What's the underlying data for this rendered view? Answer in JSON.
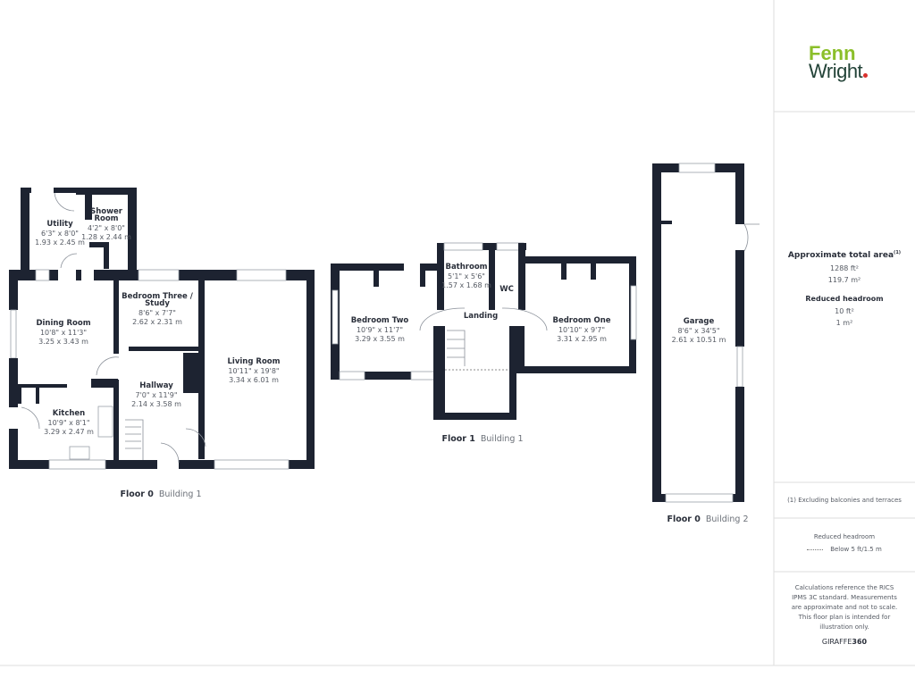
{
  "brand": {
    "logo_line1": "Fenn",
    "logo_line2": "Wright",
    "accent": "#8bbf2a",
    "dark": "#234338"
  },
  "wall_color": "#1d2331",
  "floors": [
    {
      "floor": "Floor 0",
      "building": "Building 1",
      "rooms": [
        {
          "name": "Utility",
          "imperial": "6'3\" x 8'0\"",
          "metric": "1.93 x 2.45 m"
        },
        {
          "name": "Shower",
          "name2": "Room",
          "imperial": "4'2\" x 8'0\"",
          "metric": "1.28 x 2.44 m"
        },
        {
          "name": "Dining Room",
          "imperial": "10'8\" x 11'3\"",
          "metric": "3.25 x 3.43 m"
        },
        {
          "name": "Bedroom Three /",
          "name2": "Study",
          "imperial": "8'6\" x 7'7\"",
          "metric": "2.62 x 2.31 m"
        },
        {
          "name": "Living Room",
          "imperial": "10'11\" x 19'8\"",
          "metric": "3.34 x 6.01 m"
        },
        {
          "name": "Hallway",
          "imperial": "7'0\" x 11'9\"",
          "metric": "2.14 x 3.58 m"
        },
        {
          "name": "Kitchen",
          "imperial": "10'9\" x 8'1\"",
          "metric": "3.29 x 2.47 m"
        }
      ]
    },
    {
      "floor": "Floor 1",
      "building": "Building 1",
      "rooms": [
        {
          "name": "Bedroom Two",
          "imperial": "10'9\" x 11'7\"",
          "metric": "3.29 x 3.55 m"
        },
        {
          "name": "Bathroom",
          "imperial": "5'1\" x 5'6\"",
          "metric": "1.57 x 1.68 m"
        },
        {
          "name": "WC"
        },
        {
          "name": "Landing"
        },
        {
          "name": "Bedroom One",
          "imperial": "10'10\" x 9'7\"",
          "metric": "3.31 x 2.95 m"
        }
      ]
    },
    {
      "floor": "Floor 0",
      "building": "Building 2",
      "rooms": [
        {
          "name": "Garage",
          "imperial": "8'6\" x 34'5\"",
          "metric": "2.61 x 10.51 m"
        }
      ]
    }
  ],
  "sidebar": {
    "total_area_title": "Approximate total area",
    "total_area_note_mark": "(1)",
    "total_ft": "1288 ft²",
    "total_m": "119.7 m²",
    "reduced_title": "Reduced headroom",
    "reduced_ft": "10 ft²",
    "reduced_m": "1 m²",
    "footnote": "(1) Excluding balconies and terraces",
    "legend_title": "Reduced headroom",
    "legend_item": "Below 5 ft/1.5 m",
    "disclaimer": "Calculations reference the RICS IPMS 3C standard. Measurements are approximate and not to scale. This floor plan is intended for illustration only.",
    "credit_a": "GIRAFFE",
    "credit_b": "360"
  }
}
